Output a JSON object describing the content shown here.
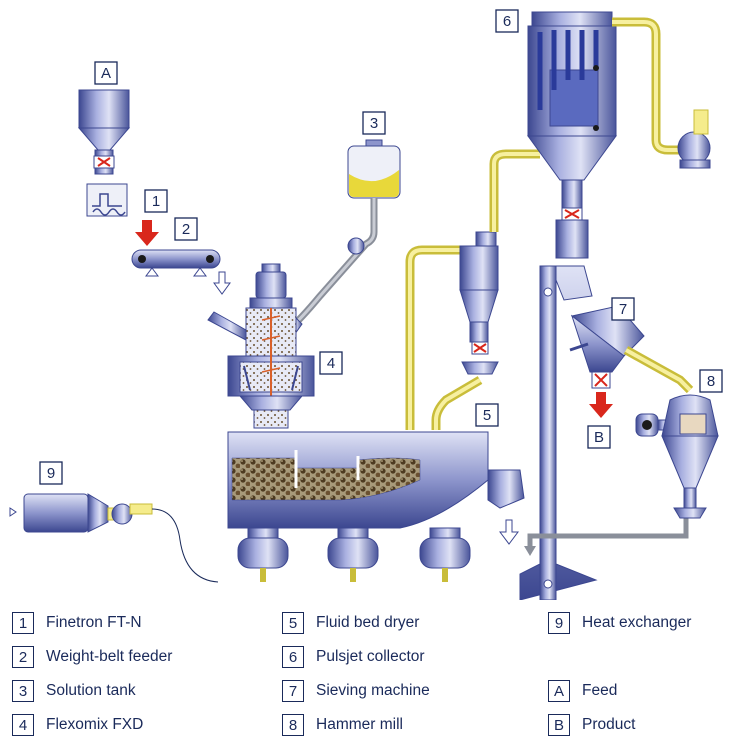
{
  "badges": {
    "A": "A",
    "b1": "1",
    "b2": "2",
    "b3": "3",
    "b4": "4",
    "b5": "5",
    "b6": "6",
    "b7": "7",
    "b8": "8",
    "b9": "9",
    "B": "B"
  },
  "legend": [
    {
      "num": "1",
      "label": "Finetron  FT-N"
    },
    {
      "num": "2",
      "label": "Weight-belt feeder"
    },
    {
      "num": "3",
      "label": "Solution tank"
    },
    {
      "num": "4",
      "label": "Flexomix  FXD"
    },
    {
      "num": "5",
      "label": "Fluid bed dryer"
    },
    {
      "num": "6",
      "label": "Pulsjet collector"
    },
    {
      "num": "7",
      "label": "Sieving machine"
    },
    {
      "num": "8",
      "label": "Hammer mill"
    },
    {
      "num": "9",
      "label": "Heat exchanger"
    },
    {
      "num": "A",
      "label": "Feed"
    },
    {
      "num": "B",
      "label": "Product"
    }
  ],
  "colors": {
    "equipment": "#7d86c2",
    "equipment_dark": "#3c4790",
    "pipe": "#f5ec8c",
    "feed_arrow": "#d9271c",
    "label_ink": "#1a2a5a",
    "granules": "#6a4a2a"
  }
}
